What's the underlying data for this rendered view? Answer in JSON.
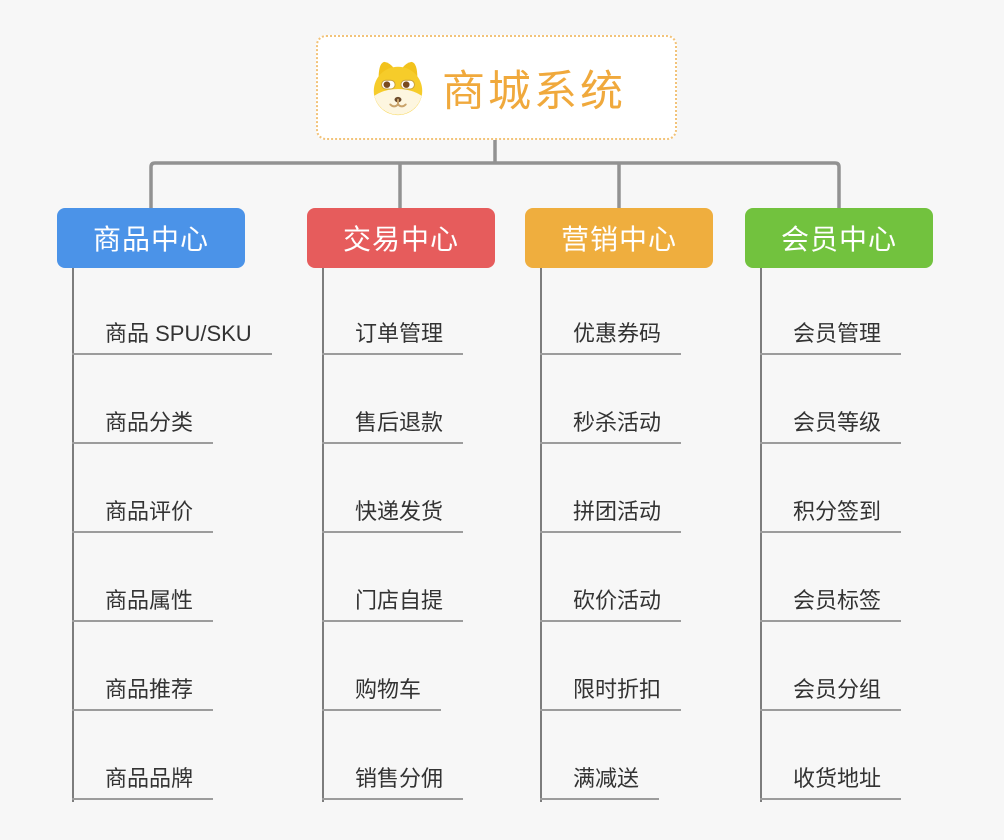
{
  "root": {
    "title": "商城系统",
    "icon": "shiba-dog-icon",
    "title_color": "#f0a93c",
    "border_color": "#f2c379"
  },
  "branches": [
    {
      "label": "商品中心",
      "color": "#4b93e8",
      "children": [
        "商品 SPU/SKU",
        "商品分类",
        "商品评价",
        "商品属性",
        "商品推荐",
        "商品品牌"
      ]
    },
    {
      "label": "交易中心",
      "color": "#e65c5c",
      "children": [
        "订单管理",
        "售后退款",
        "快递发货",
        "门店自提",
        "购物车",
        "销售分佣"
      ]
    },
    {
      "label": "营销中心",
      "color": "#efae3e",
      "children": [
        "优惠券码",
        "秒杀活动",
        "拼团活动",
        "砍价活动",
        "限时折扣",
        "满减送"
      ]
    },
    {
      "label": "会员中心",
      "color": "#72c23e",
      "children": [
        "会员管理",
        "会员等级",
        "积分签到",
        "会员标签",
        "会员分组",
        "收货地址"
      ]
    }
  ],
  "colors": {
    "background": "#f7f7f7",
    "connector_gray": "#929292",
    "child_line_gray": "#7d7d7d",
    "underline_gray": "#9c9c9c",
    "child_text": "#333333"
  }
}
